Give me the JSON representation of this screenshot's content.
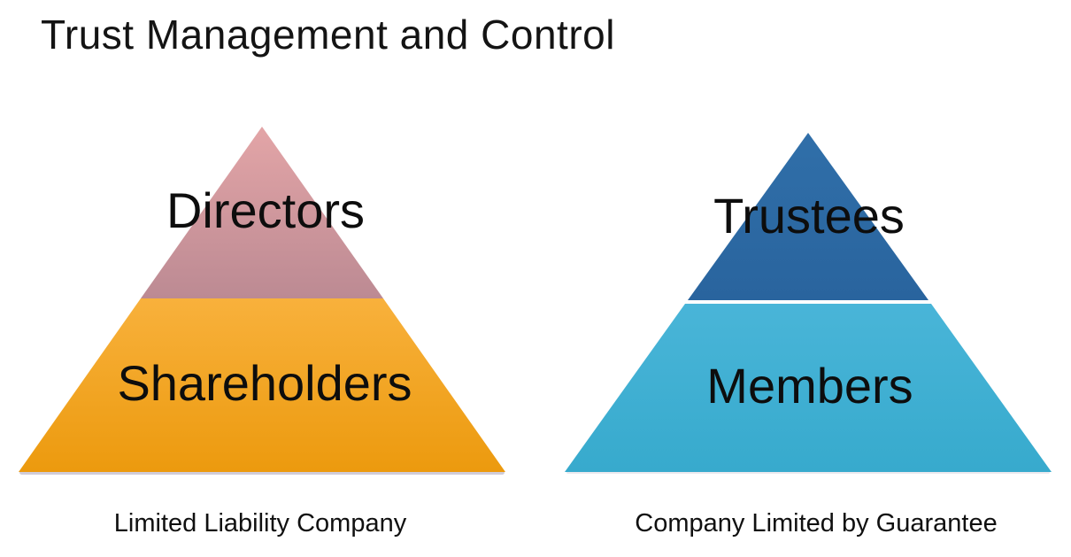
{
  "title": "Trust Management and Control",
  "colors": {
    "background": "#ffffff",
    "text": "#0d0d0d",
    "left_top_gradient_start": "#e3a5a7",
    "left_top_gradient_end": "#bc8a93",
    "left_bottom_gradient_start": "#f8b13c",
    "left_bottom_gradient_end": "#ec9a0e",
    "right_top_gradient_start": "#306fa9",
    "right_top_gradient_end": "#29649e",
    "right_bottom_gradient_start": "#49b5d8",
    "right_bottom_gradient_end": "#37aacd",
    "shadow": "#a29ab3"
  },
  "left_pyramid": {
    "top_label": "Directors",
    "bottom_label": "Shareholders",
    "caption": "Limited Liability Company"
  },
  "right_pyramid": {
    "top_label": "Trustees",
    "bottom_label": "Members",
    "caption": "Company Limited by Guarantee"
  }
}
